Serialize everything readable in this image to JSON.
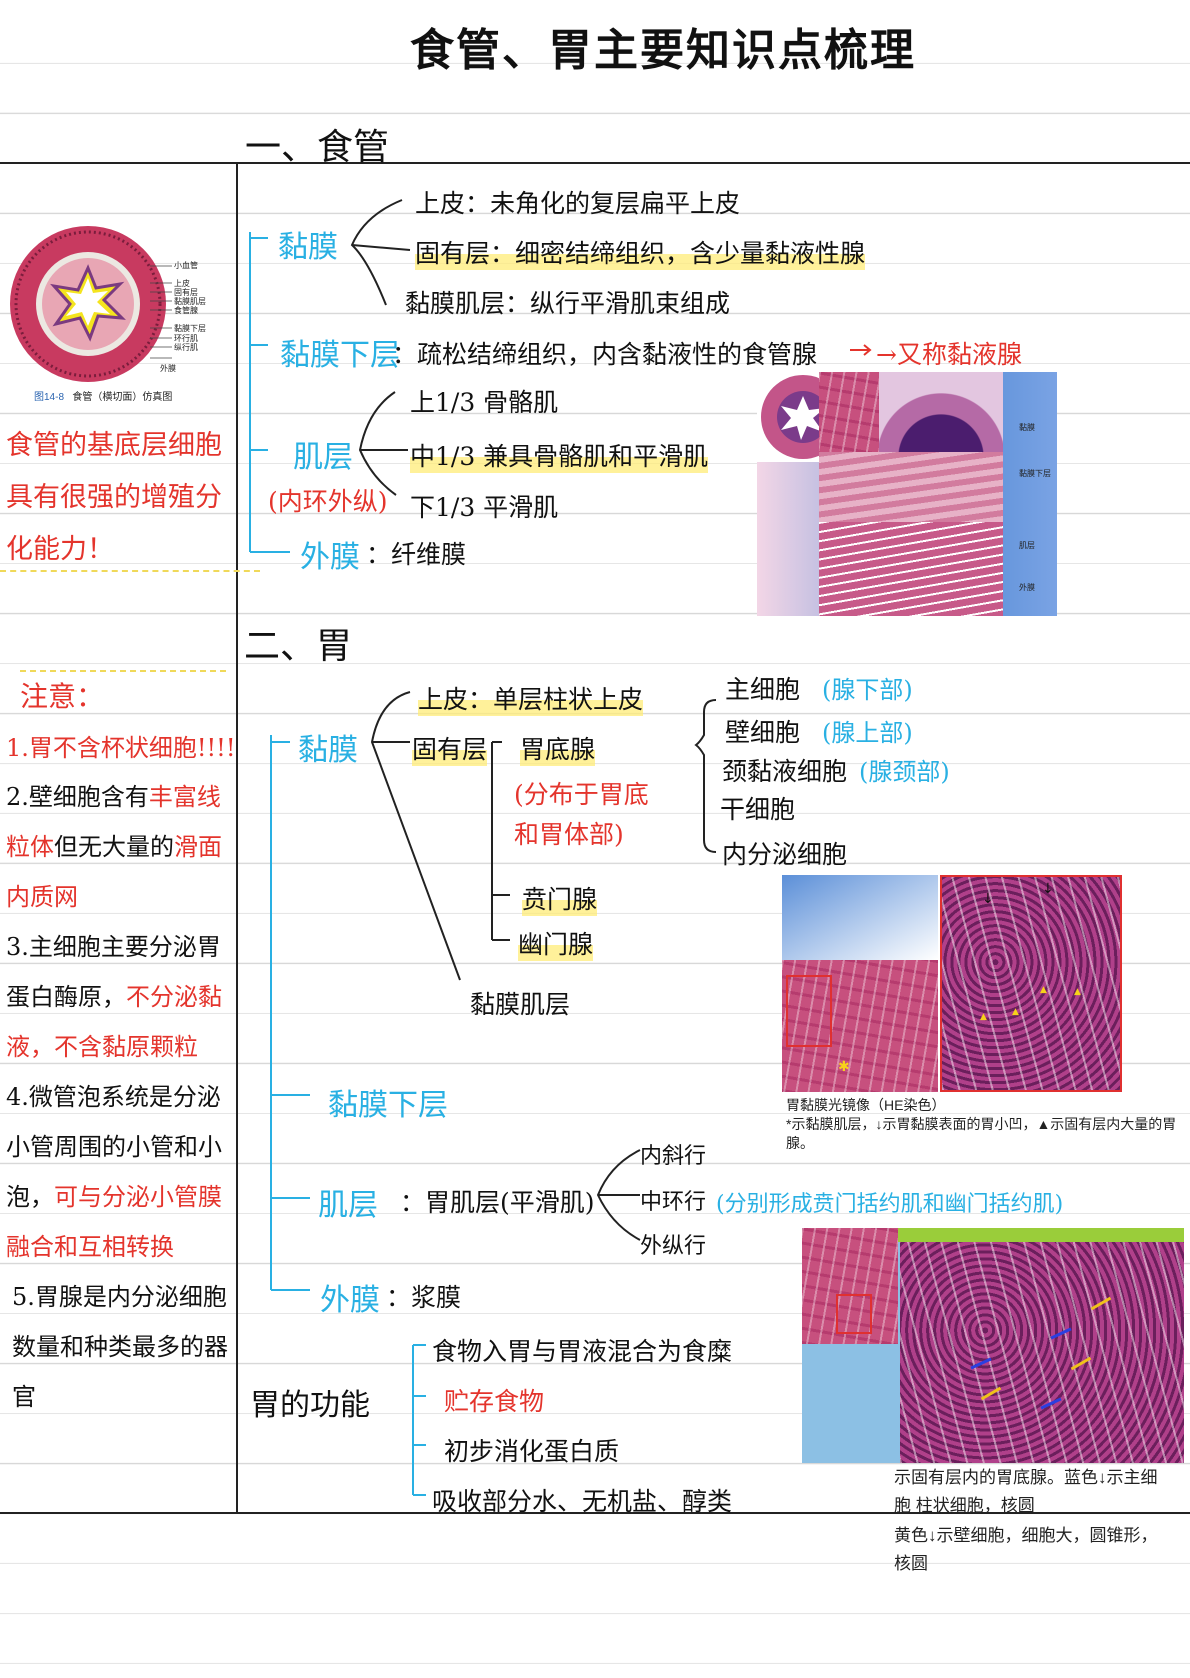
{
  "title": "食管、胃主要知识点梳理",
  "esophagus": {
    "heading": "一、食管",
    "mucosa": {
      "label": "黏膜",
      "items": [
        "上皮：未角化的复层扁平上皮",
        "固有层：细密结缔组织，含少量黏液性腺",
        "黏膜肌层：纵行平滑肌束组成"
      ]
    },
    "submucosa": {
      "label": "黏膜下层",
      "text": "：疏松结缔组织，内含黏液性的食管腺",
      "note": "→又称黏液腺"
    },
    "muscularis": {
      "label": "肌层",
      "sublabel": "(内环外纵)",
      "items": [
        "上1/3 骨骼肌",
        "中1/3 兼具骨骼肌和平滑肌",
        "下1/3 平滑肌"
      ]
    },
    "adventitia": {
      "label": "外膜",
      "text": "：纤维膜"
    },
    "diagram": {
      "labels": [
        "小血管",
        "上皮",
        "固有层",
        "黏膜肌层",
        "食管腺",
        "黏膜下层",
        "环行肌",
        "纵行肌",
        "外膜"
      ],
      "caption_num": "图14-8",
      "caption": "食管（横切面）仿真图"
    },
    "micrograph_labels": [
      "黏膜",
      "黏膜下层",
      "肌层",
      "外膜"
    ],
    "side_note": "食管的基底层细胞具有很强的增殖分化能力！"
  },
  "stomach": {
    "heading": "二、胃",
    "mucosa": {
      "label": "黏膜",
      "epithelium": "上皮：单层柱状上皮",
      "lamina": "固有层",
      "glands": {
        "fundic": "胃底腺",
        "fundic_note": "(分布于胃底和胃体部)",
        "cardiac": "贲门腺",
        "pyloric": "幽门腺"
      },
      "muscularis_mucosae": "黏膜肌层",
      "cells": [
        {
          "name": "主细胞",
          "loc": "(腺下部)"
        },
        {
          "name": "壁细胞",
          "loc": "(腺上部)"
        },
        {
          "name": "颈黏液细胞",
          "loc": "(腺颈部)"
        },
        {
          "name": "干细胞",
          "loc": ""
        },
        {
          "name": "内分泌细胞",
          "loc": ""
        }
      ]
    },
    "submucosa": {
      "label": "黏膜下层"
    },
    "muscularis": {
      "label": "肌层",
      "text": "：胃肌层(平滑肌)",
      "layers": [
        "内斜行",
        "中环行",
        "外纵行"
      ],
      "layer_note": "(分别形成贲门括约肌和幽门括约肌)"
    },
    "serosa": {
      "label": "外膜",
      "text": "：浆膜"
    },
    "functions": {
      "label": "胃的功能",
      "items": [
        "食物入胃与胃液混合为食糜",
        "贮存食物",
        "初步消化蛋白质",
        "吸收部分水、无机盐、醇类"
      ]
    },
    "micrograph1_caption": {
      "line1": "胃黏膜光镜像（HE染色）",
      "line2": "*示黏膜肌层，↓示胃黏膜表面的胃小凹，▲示固有层内大量的胃腺。"
    },
    "micrograph2_caption": {
      "line1": "示固有层内的胃底腺。蓝色↓示主细胞  柱状细胞，核圆",
      "line2": "黄色↓示壁细胞，细胞大，圆锥形，核圆"
    },
    "notes": {
      "heading": "注意：",
      "n1": "1.胃不含杯状细胞!!!!",
      "n2a": "2.壁细胞含有",
      "n2b": "丰富线粒体",
      "n2c": "但无大量的",
      "n2d": "滑面内质网",
      "n3a": "3.主细胞主要分泌胃蛋白酶原，",
      "n3b": "不分泌黏液，不含黏原颗粒",
      "n4a": "4.微管泡系统是分泌小管周围的小管和小泡，",
      "n4b": "可与分泌小管膜融合和互相转换",
      "n5": "5.胃腺是内分泌细胞数量和种类最多的器官"
    }
  },
  "colors": {
    "blue": "#29b0e3",
    "red": "#e4342c",
    "highlight": "#ffec78"
  }
}
